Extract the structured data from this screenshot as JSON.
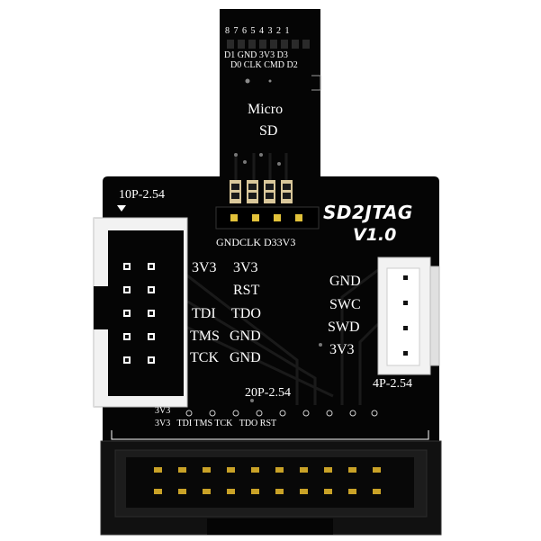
{
  "board": {
    "title": "SD2JTAG",
    "version": "V1.0",
    "colors": {
      "pcb": "#050505",
      "silkscreen": "#ffffff",
      "gold": "#c9a227",
      "header_white": "#f2f2f2"
    }
  },
  "micro_sd": {
    "pin_numbers": "8 7 6 5 4 3 2 1",
    "signals_row1": "D1 GND 3V3 D3",
    "signals_row2": "D0 CLK CMD D2",
    "label_line1": "Micro",
    "label_line2": "SD"
  },
  "sd_header": {
    "label": "GNDCLK D33V3"
  },
  "header_10p": {
    "name": "10P-2.54",
    "pin_labels": [
      [
        "3V3",
        "3V3"
      ],
      [
        "",
        "RST"
      ],
      [
        "TDI",
        "TDO"
      ],
      [
        "TMS",
        "GND"
      ],
      [
        "TCK",
        "GND"
      ]
    ]
  },
  "header_4p": {
    "name": "4P-2.54",
    "pin_labels": [
      "GND",
      "SWC",
      "SWD",
      "3V3"
    ]
  },
  "header_20p": {
    "name": "20P-2.54",
    "row_top_label": "3V3",
    "row_bottom_labels": "3V3   TDI TMS TCK   TDO RST"
  }
}
